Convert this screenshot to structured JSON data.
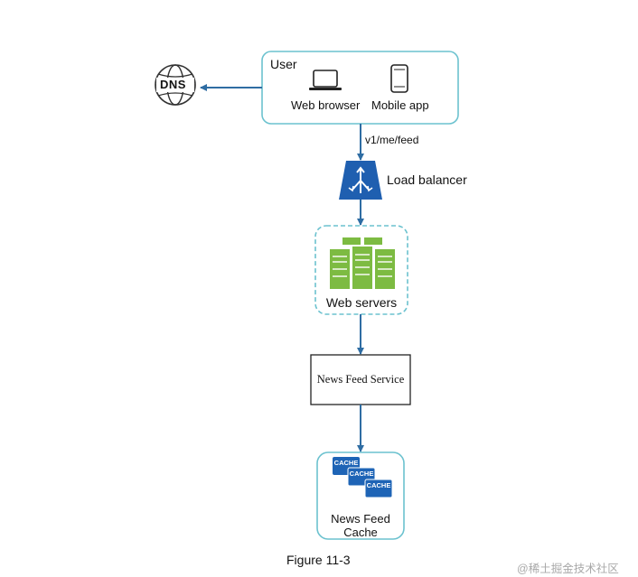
{
  "dns": {
    "label": "DNS"
  },
  "user": {
    "title": "User",
    "web_browser": "Web browser",
    "mobile_app": "Mobile app"
  },
  "edges": {
    "user_to_lb": "v1/me/feed"
  },
  "load_balancer": {
    "label": "Load balancer"
  },
  "web_servers": {
    "label": "Web servers"
  },
  "news_feed_service": {
    "label": "News Feed Service"
  },
  "cache": {
    "badge": "CACHE",
    "label_line1": "News Feed",
    "label_line2": "Cache"
  },
  "caption": "Figure 11-3",
  "watermark": "@稀土掘金技术社区",
  "colors": {
    "border": "#6cc2cf",
    "arrow": "#2f6da3",
    "lb_blue": "#1f5fb0",
    "server_green": "#7dbb42",
    "cache_blue": "#1e64b6"
  }
}
